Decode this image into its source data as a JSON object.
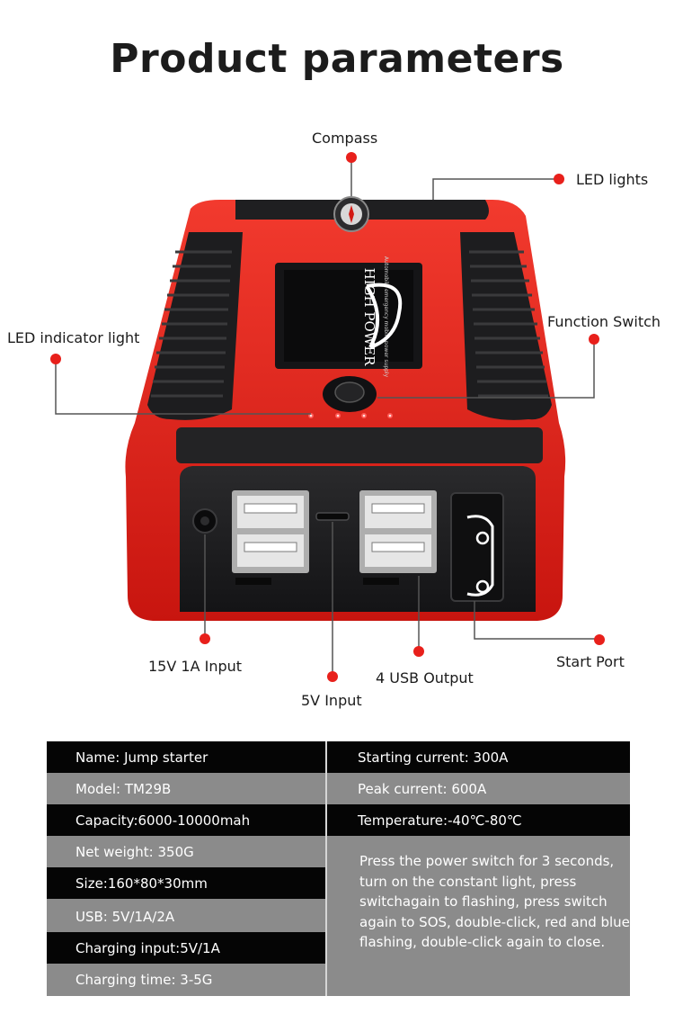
{
  "title": "Product parameters",
  "callouts": {
    "compass": "Compass",
    "led_lights": "LED lights",
    "led_indicator": "LED indicator light",
    "function_switch": "Function Switch",
    "input_15v": "15V 1A Input",
    "input_5v": "5V Input",
    "usb_output": "4 USB Output",
    "start_port": "Start Port"
  },
  "device_screen": {
    "brand": "HIGH POWER",
    "tagline": "Automobile emergency mobile power supply"
  },
  "params_left": [
    "Name: Jump starter",
    "Model:  TM29B",
    "Capacity:6000-10000mah",
    "Net weight: 350G",
    "Size:160*80*30mm",
    "USB: 5V/1A/2A",
    "Charging input:5V/1A",
    "Charging time: 3-5G"
  ],
  "params_right": [
    "Starting current: 300A",
    "Peak current: 600A",
    "Temperature:-40℃-80℃"
  ],
  "power_switch_note": "Press the power switch for 3 seconds, turn on the constant light, press switchagain to flashing, press switch again to SOS, double-click, red and blue flashing, double-click again to close.",
  "colors": {
    "accent_red": "#e8201b",
    "device_red": "#e8231c",
    "rubber_black": "#1d1d1f",
    "table_dark": "#050505",
    "table_grey": "#8b8b8b"
  }
}
